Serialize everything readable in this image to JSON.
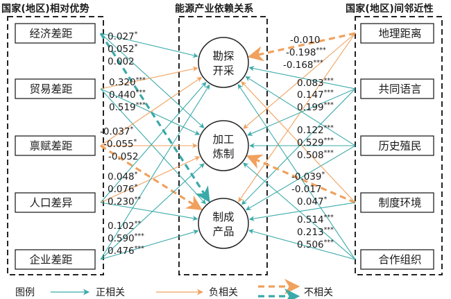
{
  "headers": {
    "left": "国家(地区)相对优势",
    "center": "能源产业依赖关系",
    "right": "国家(地区)间邻近性"
  },
  "left_factors": [
    "经济差距",
    "贸易差距",
    "禀赋差距",
    "人口差异",
    "企业差距"
  ],
  "right_factors": [
    "地理距离",
    "共同语言",
    "历史殖民",
    "制度环境",
    "合作组织"
  ],
  "stages": [
    {
      "line1": "勘探",
      "line2": "开采"
    },
    {
      "line1": "加工",
      "line2": "炼制"
    },
    {
      "line1": "制成",
      "line2": "产品"
    }
  ],
  "colors": {
    "positive": "#3aa9a9",
    "negative": "#f0a15d"
  },
  "left_coefficients": [
    {
      "from": 0,
      "to": 0,
      "text": "0.027*",
      "type": "positive"
    },
    {
      "from": 0,
      "to": 1,
      "text": "0.052*",
      "type": "positive"
    },
    {
      "from": 0,
      "to": 2,
      "text": "0.002",
      "type": "insignificant_positive"
    },
    {
      "from": 1,
      "to": 0,
      "text": "0.320***",
      "type": "negative"
    },
    {
      "from": 1,
      "to": 1,
      "text": "0.440***",
      "type": "positive"
    },
    {
      "from": 1,
      "to": 2,
      "text": "0.519***",
      "type": "positive"
    },
    {
      "from": 2,
      "to": 0,
      "text": "-0.037*",
      "type": "negative"
    },
    {
      "from": 2,
      "to": 1,
      "text": "-0.055*",
      "type": "negative"
    },
    {
      "from": 2,
      "to": 2,
      "text": "-0.052",
      "type": "insignificant_negative"
    },
    {
      "from": 3,
      "to": 0,
      "text": "0.048*",
      "type": "positive"
    },
    {
      "from": 3,
      "to": 1,
      "text": "0.076*",
      "type": "negative"
    },
    {
      "from": 3,
      "to": 2,
      "text": "0.230**",
      "type": "positive"
    },
    {
      "from": 4,
      "to": 0,
      "text": "0.102**",
      "type": "positive"
    },
    {
      "from": 4,
      "to": 1,
      "text": "0.590***",
      "type": "positive"
    },
    {
      "from": 4,
      "to": 2,
      "text": "0.476***",
      "type": "positive"
    }
  ],
  "right_coefficients": [
    {
      "from": 0,
      "to": 0,
      "text": "-0.010",
      "type": "insignificant_negative"
    },
    {
      "from": 0,
      "to": 1,
      "text": "-0.198***",
      "type": "negative"
    },
    {
      "from": 0,
      "to": 2,
      "text": "-0.168***",
      "type": "negative"
    },
    {
      "from": 1,
      "to": 0,
      "text": "0.083***",
      "type": "positive"
    },
    {
      "from": 1,
      "to": 1,
      "text": "0.147***",
      "type": "positive"
    },
    {
      "from": 1,
      "to": 2,
      "text": "0.199***",
      "type": "positive"
    },
    {
      "from": 2,
      "to": 0,
      "text": "0.122***",
      "type": "positive"
    },
    {
      "from": 2,
      "to": 1,
      "text": "0.529***",
      "type": "positive"
    },
    {
      "from": 2,
      "to": 2,
      "text": "0.508***",
      "type": "positive"
    },
    {
      "from": 3,
      "to": 0,
      "text": "-0.039*",
      "type": "negative"
    },
    {
      "from": 3,
      "to": 1,
      "text": "-0.017",
      "type": "insignificant_negative"
    },
    {
      "from": 3,
      "to": 2,
      "text": "0.047*",
      "type": "positive"
    },
    {
      "from": 4,
      "to": 0,
      "text": "0.514***",
      "type": "positive"
    },
    {
      "from": 4,
      "to": 1,
      "text": "0.213***",
      "type": "positive"
    },
    {
      "from": 4,
      "to": 2,
      "text": "0.506***",
      "type": "positive"
    }
  ],
  "legend": {
    "title": "图例",
    "positive": "正相关",
    "negative": "负相关",
    "insignificant": "不相关"
  }
}
